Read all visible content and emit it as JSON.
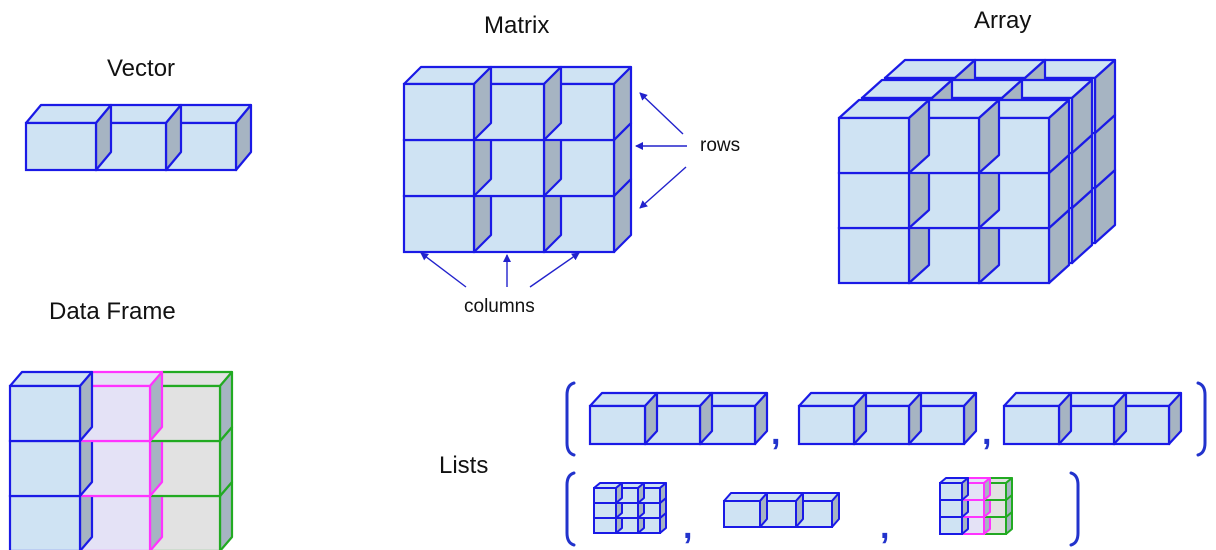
{
  "labels": {
    "vector": "Vector",
    "matrix": "Matrix",
    "array": "Array",
    "data_frame": "Data Frame",
    "lists": "Lists",
    "rows": "rows",
    "columns": "columns"
  },
  "list_separator": ",",
  "colors": {
    "cube_fill": "#cfe3f3",
    "cube_side": "#a6b4c2",
    "cube_stroke": "#1a1ae6",
    "magenta_stroke": "#ff33ff",
    "magenta_fill": "#e4e2f6",
    "green_stroke": "#22aa22",
    "green_fill": "#e2e2e2",
    "arrow": "#2222cc",
    "bracket": "#2233cc"
  }
}
